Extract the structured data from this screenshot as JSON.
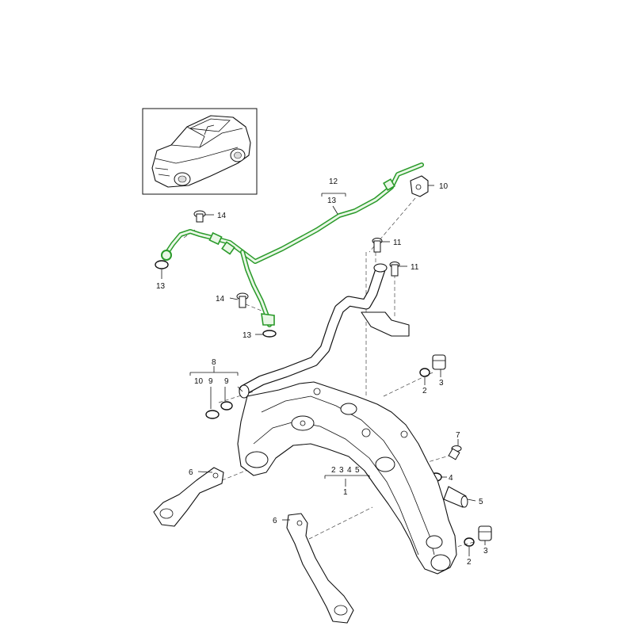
{
  "diagram": {
    "callouts": {
      "hose_set": "12",
      "hose_set_sub": "13",
      "sensor": "10",
      "bolt_top": "14",
      "seal_left": "13",
      "bolt_mid": "14",
      "seal_lower": "13",
      "bolt_a": "11",
      "bolt_b": "11",
      "seal_set": "8",
      "seal_set_a": "10",
      "seal_set_b": "9",
      "seal_set_c": "9",
      "ring_right_top": "2",
      "plug_right_top": "3",
      "bolt_right": "7",
      "ring_mid": "4",
      "fitting_mid": "5",
      "housing_set_a": "2",
      "housing_set_b": "3",
      "housing_set_c": "4",
      "housing_set_d": "5",
      "housing": "1",
      "gasket_left": "6",
      "gasket_bottom": "6",
      "ring_right_bottom": "2",
      "plug_right_bottom": "3"
    },
    "highlight_color": "#2a9a2a"
  }
}
